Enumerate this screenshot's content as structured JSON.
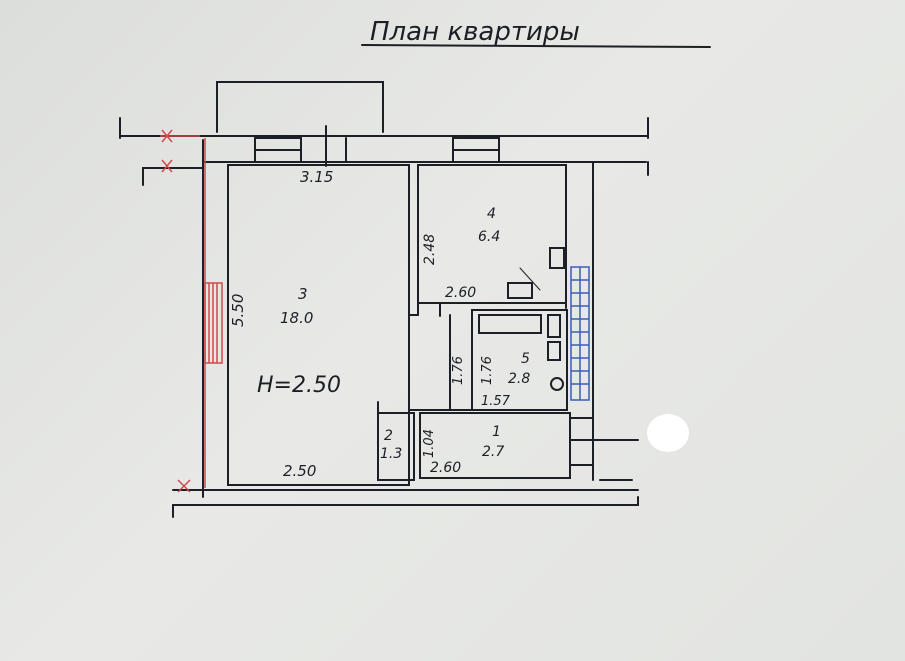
{
  "title": "План квартиры",
  "ceiling_height": "Н=2.50",
  "colors": {
    "ink": "#1c1f26",
    "red": "#d0494a",
    "blue": "#3b5fb8",
    "paper": "#e4e5e2"
  },
  "rooms": [
    {
      "id": "1",
      "number": "1",
      "area": "2.7"
    },
    {
      "id": "2",
      "number": "2",
      "area": "1.3"
    },
    {
      "id": "3",
      "number": "3",
      "area": "18.0"
    },
    {
      "id": "4",
      "number": "4",
      "area": "6.4"
    },
    {
      "id": "5",
      "number": "5",
      "area": "2.8"
    }
  ],
  "dimensions": {
    "living_top": "3.15",
    "living_side": "5.50",
    "living_bottom": "2.50",
    "kitchen_side": "2.48",
    "kitchen_bottom": "2.60",
    "bath_side_left": "1.76",
    "bath_side_right": "1.76",
    "bath_bottom": "1.57",
    "storage_side": "1.04",
    "hall_bottom": "2.60"
  }
}
